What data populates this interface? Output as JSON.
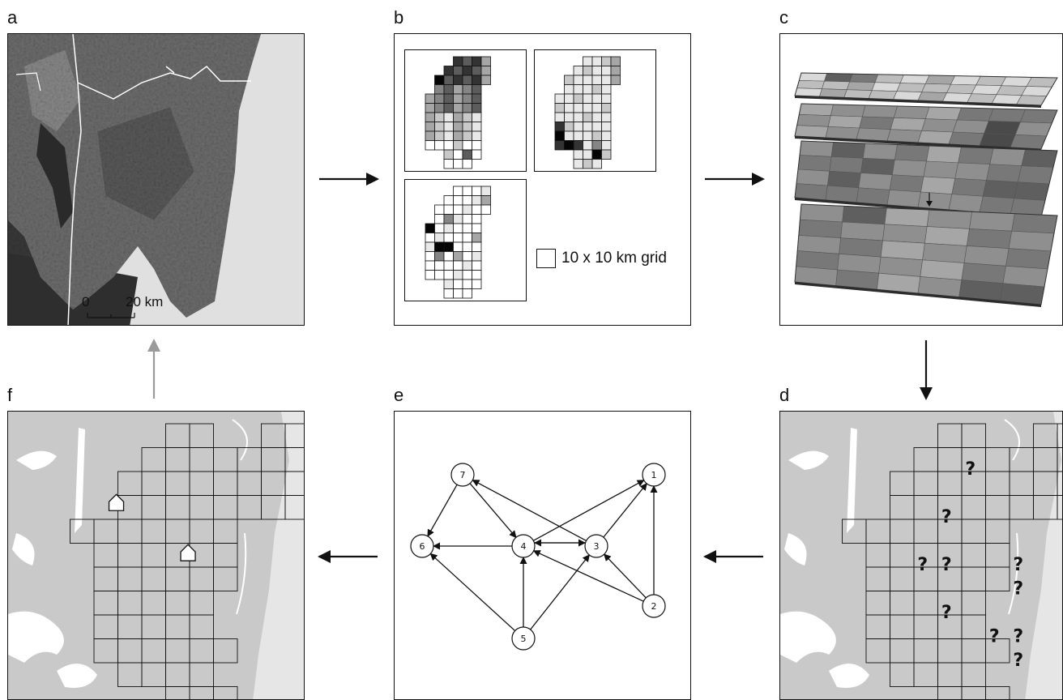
{
  "panels": {
    "a": {
      "label": "a",
      "scale_min": "0",
      "scale_max": "20 km"
    },
    "b": {
      "label": "b",
      "legend": "10 x 10 km grid"
    },
    "c": {
      "label": "c"
    },
    "d": {
      "label": "d",
      "unknown_mark": "?"
    },
    "e": {
      "label": "e",
      "nodes": [
        "1",
        "2",
        "3",
        "4",
        "5",
        "6",
        "7"
      ]
    },
    "f": {
      "label": "f"
    }
  },
  "colors": {
    "land": "#c9c9c9",
    "sea": "#e6e6e6",
    "stroke": "#111111",
    "feedback_arrow": "#9a9a9a"
  },
  "network_edges": [
    [
      "7",
      "6"
    ],
    [
      "7",
      "4"
    ],
    [
      "3",
      "7"
    ],
    [
      "4",
      "1"
    ],
    [
      "3",
      "1"
    ],
    [
      "2",
      "1"
    ],
    [
      "4",
      "6"
    ],
    [
      "3",
      "4"
    ],
    [
      "4",
      "3"
    ],
    [
      "2",
      "4"
    ],
    [
      "2",
      "3"
    ],
    [
      "5",
      "4"
    ],
    [
      "5",
      "3"
    ],
    [
      "5",
      "6"
    ]
  ]
}
